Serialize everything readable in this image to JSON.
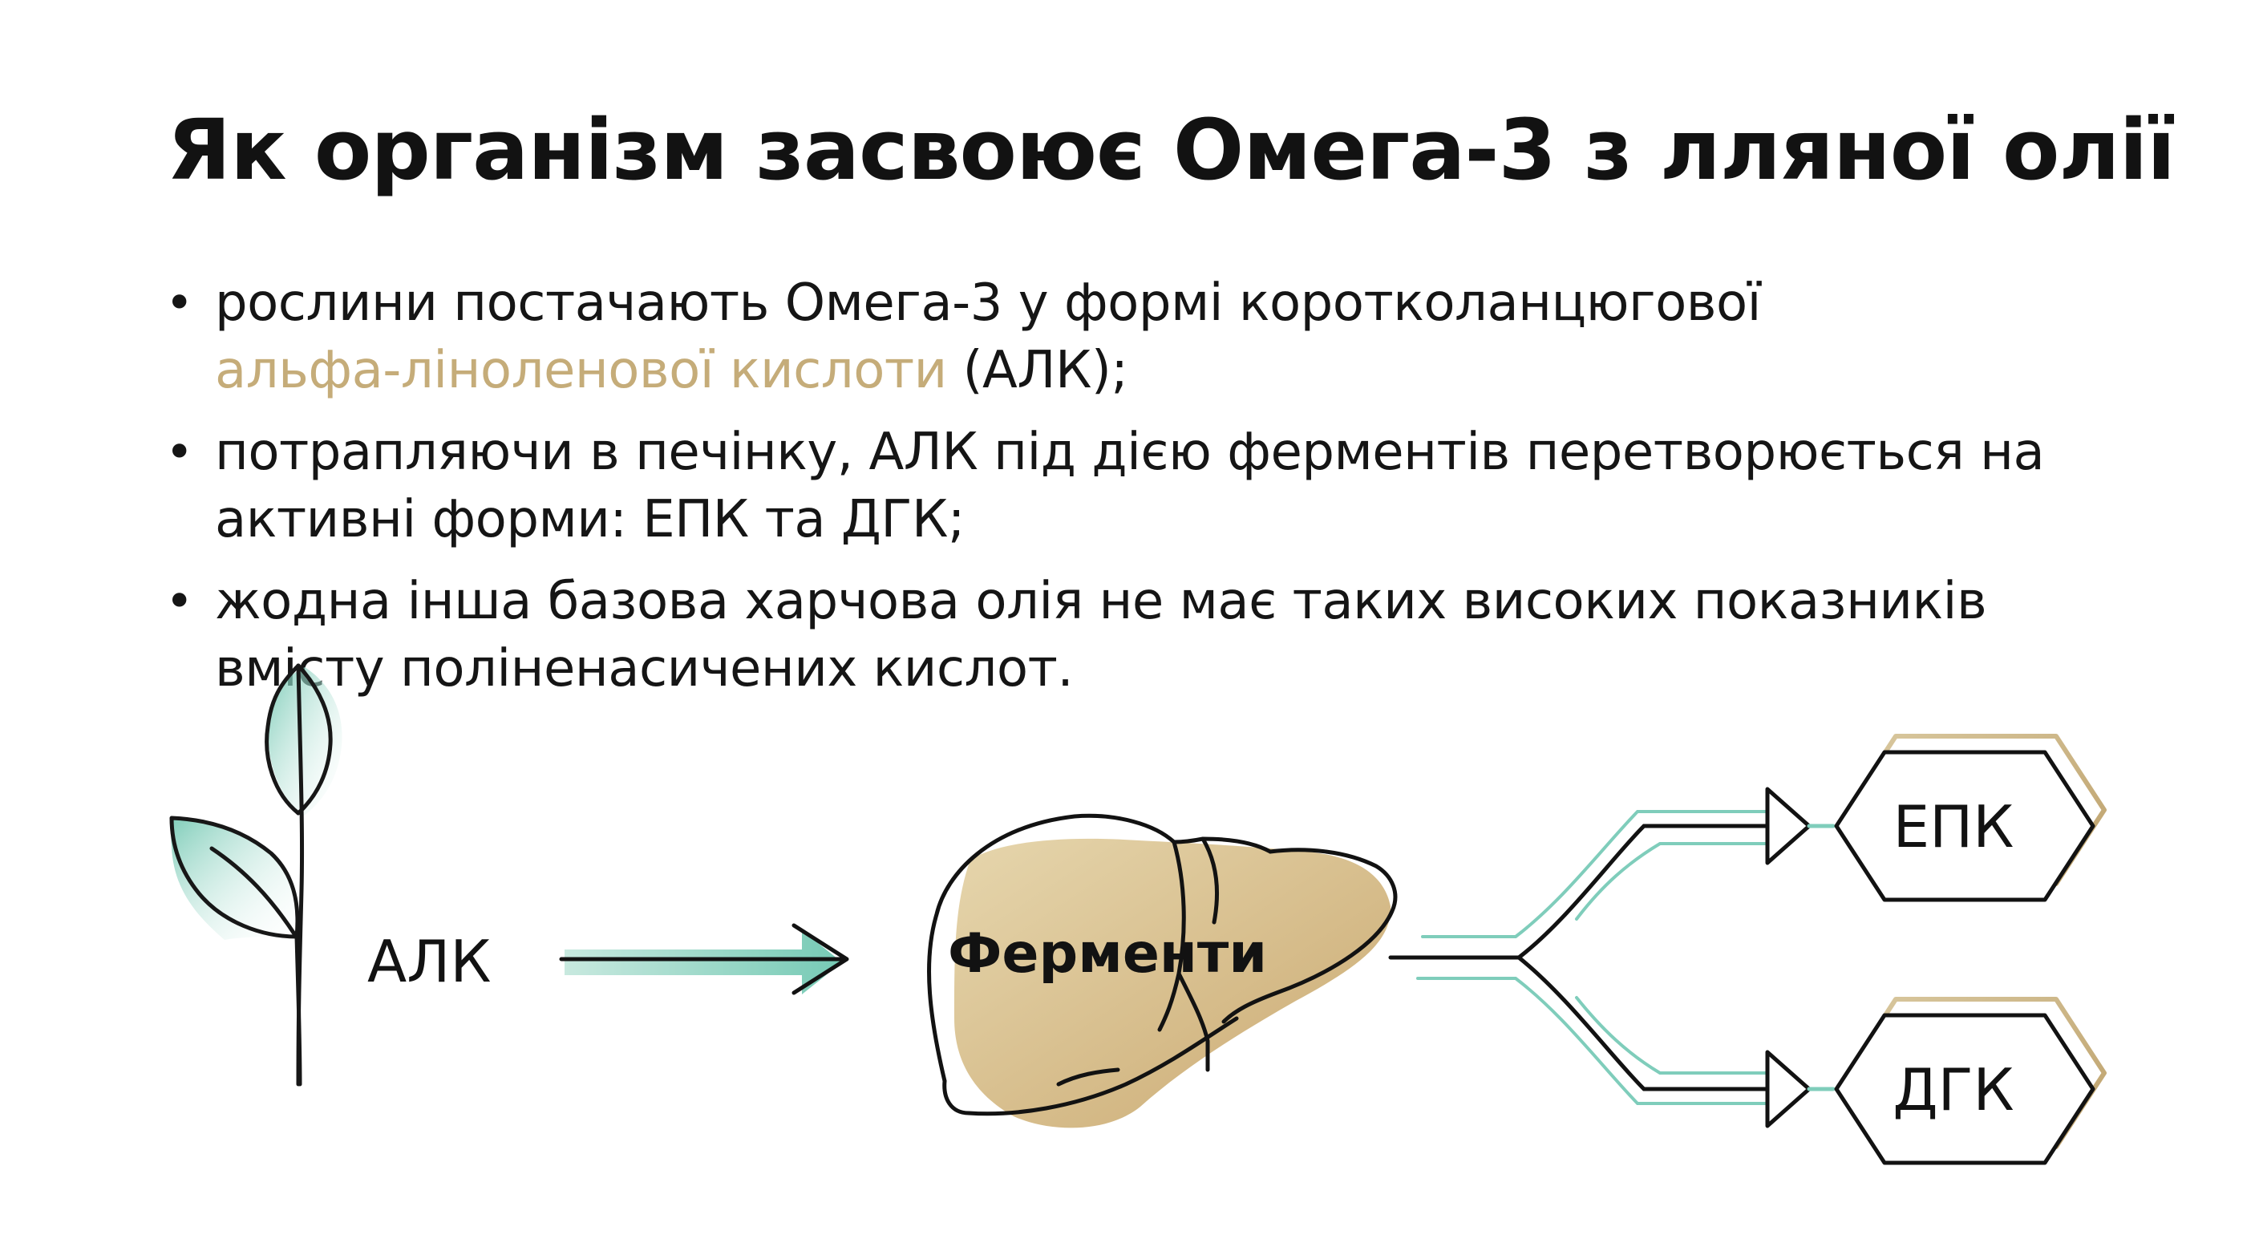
{
  "title": "Як організм засвоює Омега-3 з лляної олії",
  "bullets": [
    {
      "text_a": "рослини постачають Омега-3 у формі коротколанцюгової",
      "highlight": "альфа-ліноленової кислоти",
      "text_b": " (АЛК);"
    },
    {
      "text_a": "потрапляючи в печінку, АЛК під дією ферментів перетворюється на активні форми: ЕПК та ДГК;"
    },
    {
      "text_a": "жодна інша базова харчова олія не має таких високих показників вмісту поліненасичених кислот."
    }
  ],
  "diagram": {
    "source_label": "АЛК",
    "process_label": "Ферменти",
    "output_top_label": "ЕПК",
    "output_bottom_label": "ДГК",
    "icons": [
      "leaf-icon",
      "arrow-right-icon",
      "liver-icon",
      "branch-arrow-icon",
      "hexagon-icon"
    ]
  },
  "colors": {
    "text": "#151515",
    "gold": "#c5ac79",
    "teal": "#7fcdbb",
    "liver_fill": "#d8c391"
  }
}
